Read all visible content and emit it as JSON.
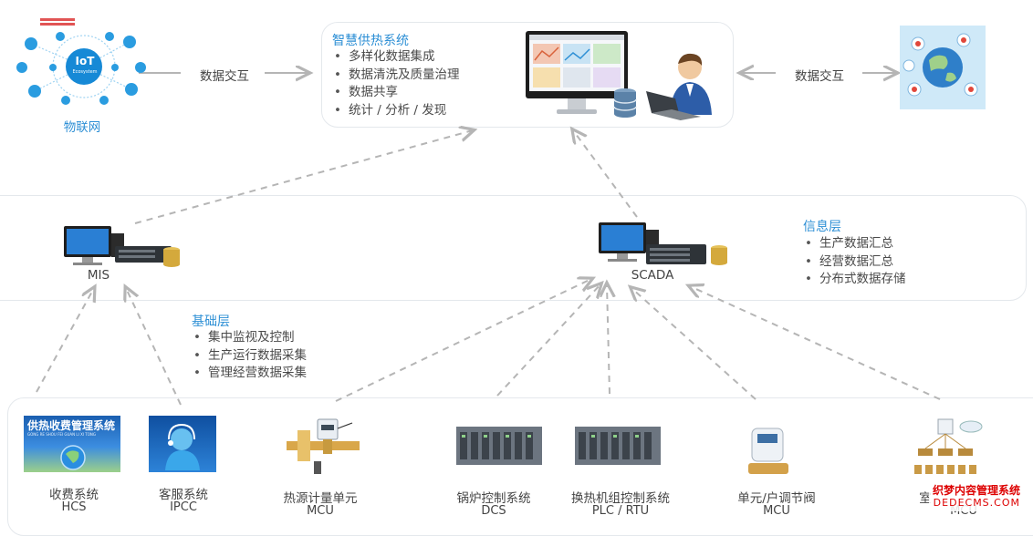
{
  "iot": {
    "label": "物联网",
    "logo_text": "IoT",
    "logo_sub": "Ecosystem"
  },
  "exchange_left": "数据交互",
  "exchange_right": "数据交互",
  "system": {
    "title": "智慧供热系统",
    "bullets": [
      "多样化数据集成",
      "数据清洗及质量治理",
      "数据共享",
      "统计 / 分析 / 发现"
    ]
  },
  "info_layer": {
    "title": "信息层",
    "bullets": [
      "生产数据汇总",
      "经营数据汇总",
      "分布式数据存储"
    ]
  },
  "base_layer": {
    "title": "基础层",
    "bullets": [
      "集中监视及控制",
      "生产运行数据采集",
      "管理经营数据采集"
    ]
  },
  "mis_label": "MIS",
  "scada_label": "SCADA",
  "hcs_banner": {
    "title": "供热收费管理系统",
    "sub": "GONG RE SHOU FEI GUAN LI XI TONG"
  },
  "devices": [
    {
      "name": "收费系统",
      "code": "HCS"
    },
    {
      "name": "客服系统",
      "code": "IPCC"
    },
    {
      "name": "热源计量单元",
      "code": "MCU"
    },
    {
      "name": "锅炉控制系统",
      "code": "DCS"
    },
    {
      "name": "换热机组控制系统",
      "code": "PLC / RTU"
    },
    {
      "name": "单元/户调节阀",
      "code": "MCU"
    },
    {
      "name": "室",
      "code": "MCU"
    }
  ],
  "watermark": {
    "line1": "织梦内容管理系统",
    "line2": "DEDECMS.COM"
  },
  "colors": {
    "accent": "#2d8fd5",
    "arrow": "#b5b5b5",
    "panel_border": "#e4e8ec"
  }
}
